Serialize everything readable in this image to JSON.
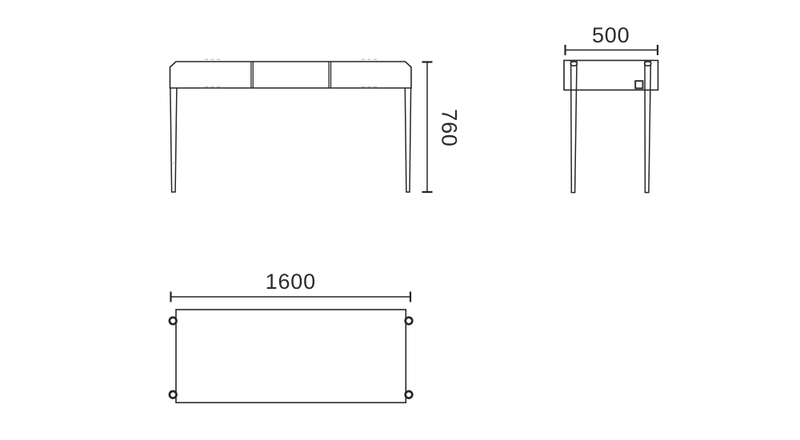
{
  "drawing": {
    "background_color": "#ffffff",
    "line_color": "#26262b",
    "text_color": "#2b2b2b",
    "views": {
      "front": {
        "height_label": "760"
      },
      "side": {
        "depth_label": "500"
      },
      "top": {
        "width_label": "1600"
      }
    }
  }
}
